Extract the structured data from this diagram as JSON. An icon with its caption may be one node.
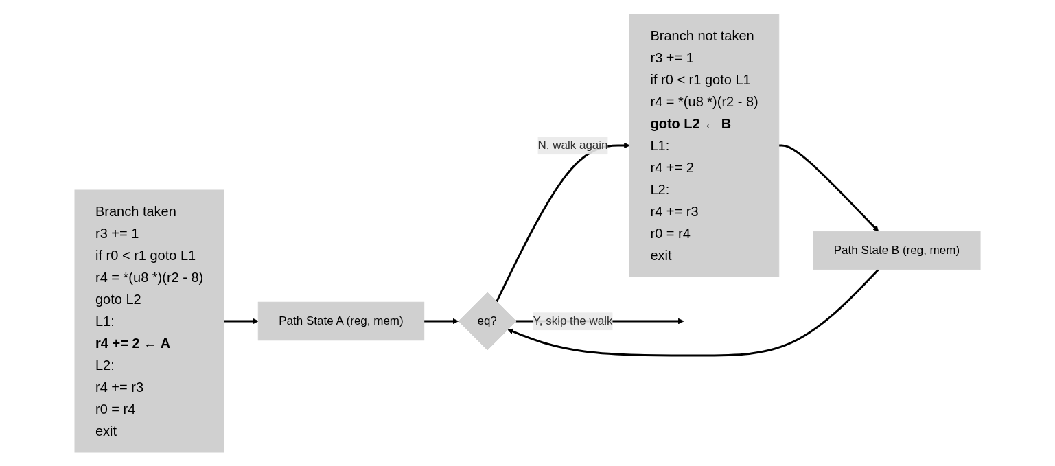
{
  "diagram": {
    "nodes": [
      {
        "text": [
          "Branch taken",
          "r3 += 1",
          "if r0 < r1 goto L1",
          "r4 = *(u8 *)(r2 - 8)",
          "goto L2",
          "L1:",
          "r4 += 2 ← A",
          "L2:",
          "r4 += r3",
          "r0 = r4",
          "exit"
        ]
      },
      {
        "text": [
          "Path State A (reg, mem)"
        ]
      },
      {
        "text": [
          "Path State B (reg, mem)"
        ]
      },
      {
        "text": [
          "eq?"
        ]
      },
      {
        "text": [
          "Branch not taken",
          "r3 += 1",
          "if r0 < r1 goto L1",
          "r4 = *(u8 *)(r2 - 8)",
          "goto L2 ← B",
          "L1:",
          "r4 += 2",
          "L2:",
          "r4 += r3",
          "r0 = r4",
          "exit"
        ]
      }
    ],
    "edges": [
      {
        "from": 0,
        "to": 1,
        "arrow": "to"
      },
      {
        "from": 4,
        "to": 2,
        "arrow": "to"
      },
      {
        "from": 1,
        "to": 3,
        "arrow": "to"
      },
      {
        "from": 2,
        "to": 3,
        "arrow": "to"
      },
      {
        "from": 3,
        "to": 4,
        "arrow": "to",
        "label": "N, walk again"
      },
      {
        "from": 3,
        "to": null,
        "arrow": "to",
        "label": "Y, skip the walk"
      }
    ]
  }
}
